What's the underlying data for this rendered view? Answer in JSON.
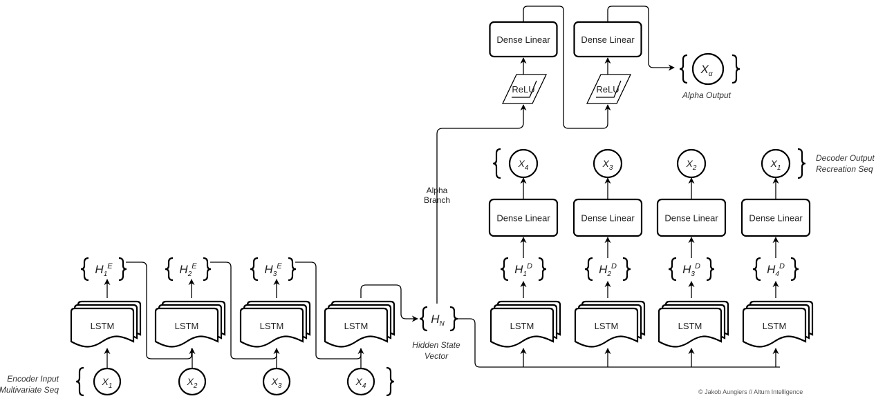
{
  "encoder": {
    "caption_line1": "Encoder Input",
    "caption_line2": "Multivariate Seq",
    "lstm_label": "LSTM",
    "inputs": [
      {
        "base": "X",
        "sub": "1"
      },
      {
        "base": "X",
        "sub": "2"
      },
      {
        "base": "X",
        "sub": "3"
      },
      {
        "base": "X",
        "sub": "4"
      }
    ],
    "hidden": [
      {
        "base": "H",
        "sub": "1",
        "sup": "E"
      },
      {
        "base": "H",
        "sub": "2",
        "sup": "E"
      },
      {
        "base": "H",
        "sub": "3",
        "sup": "E"
      }
    ]
  },
  "hidden_state": {
    "base": "H",
    "sub": "N",
    "caption_line1": "Hidden State",
    "caption_line2": "Vector"
  },
  "alpha": {
    "branch_line1": "Alpha",
    "branch_line2": "Branch",
    "relu_label": "ReLU",
    "dense_label": "Dense Linear",
    "output": {
      "base": "X",
      "sub": "α"
    },
    "output_caption": "Alpha Output"
  },
  "decoder": {
    "lstm_label": "LSTM",
    "dense_label": "Dense Linear",
    "hidden": [
      {
        "base": "H",
        "sub": "1",
        "sup": "D"
      },
      {
        "base": "H",
        "sub": "2",
        "sup": "D"
      },
      {
        "base": "H",
        "sub": "3",
        "sup": "D"
      },
      {
        "base": "H",
        "sub": "4",
        "sup": "D"
      }
    ],
    "outputs": [
      {
        "base": "X",
        "sub": "4"
      },
      {
        "base": "X",
        "sub": "3"
      },
      {
        "base": "X",
        "sub": "2"
      },
      {
        "base": "X",
        "sub": "1"
      }
    ],
    "caption_line1": "Decoder Output",
    "caption_line2": "Recreation Seq"
  },
  "copyright": "© Jakob Aungiers // Altum Intelligence"
}
